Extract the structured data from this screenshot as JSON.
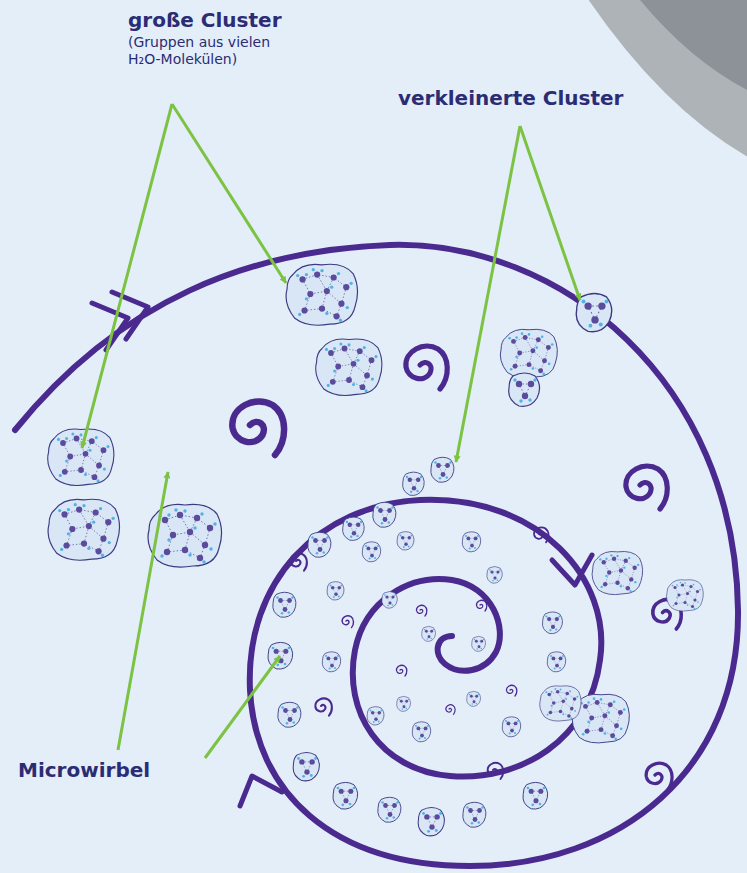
{
  "diagram": {
    "labels": [
      "große Cluster",
      "(Gruppen aus vielen H₂O-Molekülen)",
      "verkleinerte Cluster",
      "Microwirbel"
    ]
  }
}
